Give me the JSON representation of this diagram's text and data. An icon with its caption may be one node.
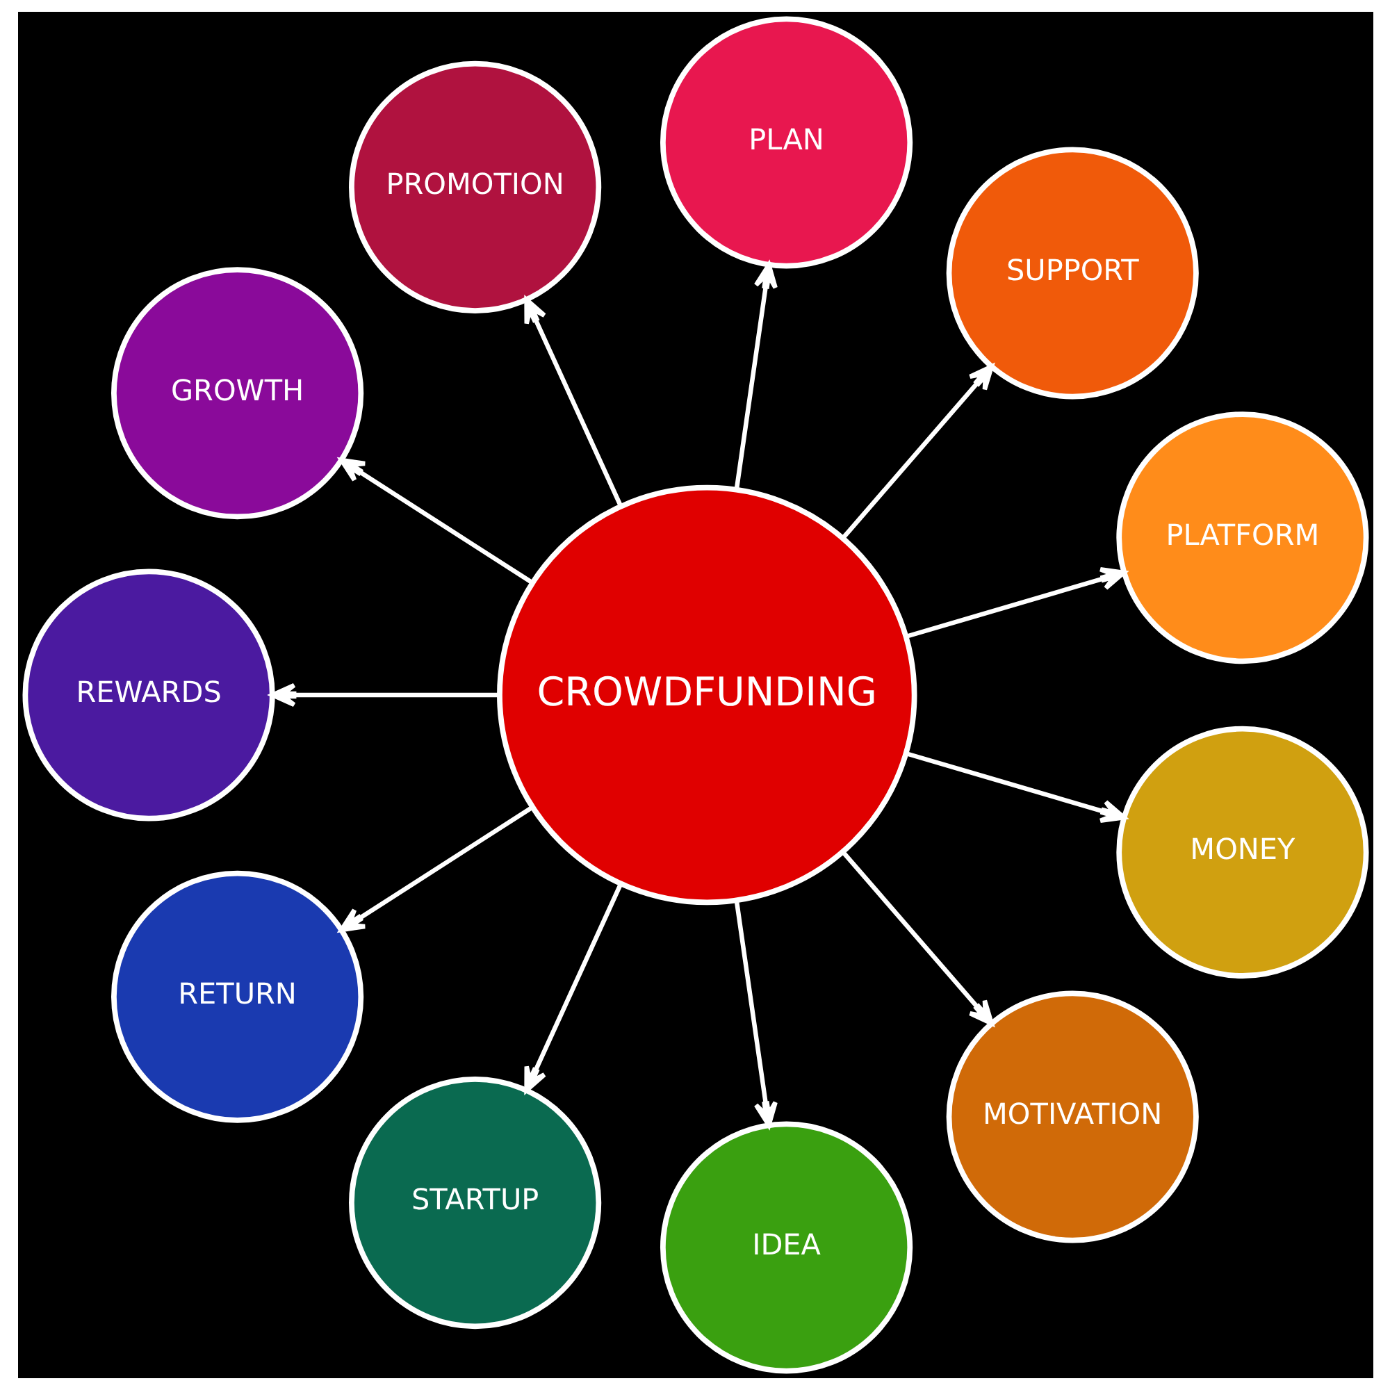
{
  "diagram": {
    "nodes": [
      {
        "text": [
          "CROWDFUNDING"
        ]
      },
      {
        "text": [
          "PLATFORM"
        ]
      },
      {
        "text": [
          "SUPPORT"
        ]
      },
      {
        "text": [
          "PLAN"
        ]
      },
      {
        "text": [
          "PROMOTION"
        ]
      },
      {
        "text": [
          "GROWTH"
        ]
      },
      {
        "text": [
          "REWARDS"
        ]
      },
      {
        "text": [
          "RETURN"
        ]
      },
      {
        "text": [
          "STARTUP"
        ]
      },
      {
        "text": [
          "IDEA"
        ]
      },
      {
        "text": [
          "MOTIVATION"
        ]
      },
      {
        "text": [
          "MONEY"
        ]
      }
    ],
    "edges": [
      {
        "from": 0,
        "to": 1,
        "arrow": "to"
      },
      {
        "from": 0,
        "to": 2,
        "arrow": "to"
      },
      {
        "from": 0,
        "to": 3,
        "arrow": "to"
      },
      {
        "from": 0,
        "to": 4,
        "arrow": "to"
      },
      {
        "from": 0,
        "to": 5,
        "arrow": "to"
      },
      {
        "from": 0,
        "to": 6,
        "arrow": "to"
      },
      {
        "from": 0,
        "to": 7,
        "arrow": "to"
      },
      {
        "from": 0,
        "to": 8,
        "arrow": "to"
      },
      {
        "from": 0,
        "to": 9,
        "arrow": "to"
      },
      {
        "from": 0,
        "to": 10,
        "arrow": "to"
      },
      {
        "from": 0,
        "to": 11,
        "arrow": "to"
      }
    ]
  }
}
